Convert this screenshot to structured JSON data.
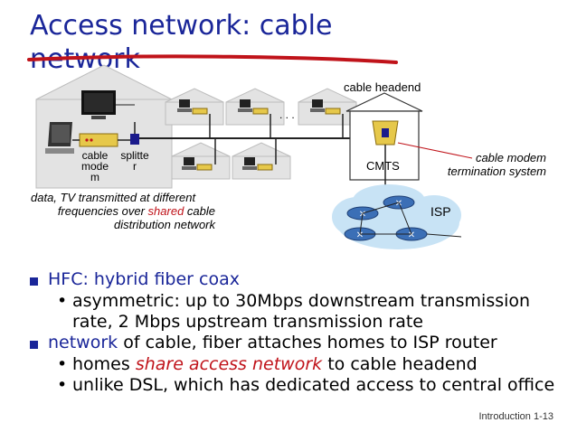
{
  "title": "Access network: cable network",
  "diagram": {
    "cable_headend": "cable headend",
    "cable_modem": "cable mode m",
    "splitter": "splitte r",
    "cmts": "CMTS",
    "cmts_desc_line1": "cable modem",
    "cmts_desc_line2": "termination system",
    "isp": "ISP",
    "ellipsis": ". . .",
    "desc_line1": "data, TV transmitted at different",
    "desc_line2_pre": "frequencies over ",
    "desc_line2_red": "shared",
    "desc_line2_post": " cable",
    "desc_line3": "distribution network"
  },
  "bullets": {
    "hfc_label": "HFC: hybrid fiber coax",
    "asym": "asymmetric: up to 30Mbps downstream transmission rate, 2 Mbps upstream transmission rate",
    "network_word": "network",
    "network_rest": " of cable, fiber attaches homes to ISP router",
    "homes_pre": "homes ",
    "homes_red": "share access network",
    "homes_post": " to cable headend",
    "dsl": "unlike DSL, which has dedicated access to central office"
  },
  "footer": "Introduction 1-13",
  "colors": {
    "title": "#1a2699",
    "accent_red": "#c0131a",
    "isp_cloud": "#c8e3f5",
    "router": "#3b6fb6"
  }
}
